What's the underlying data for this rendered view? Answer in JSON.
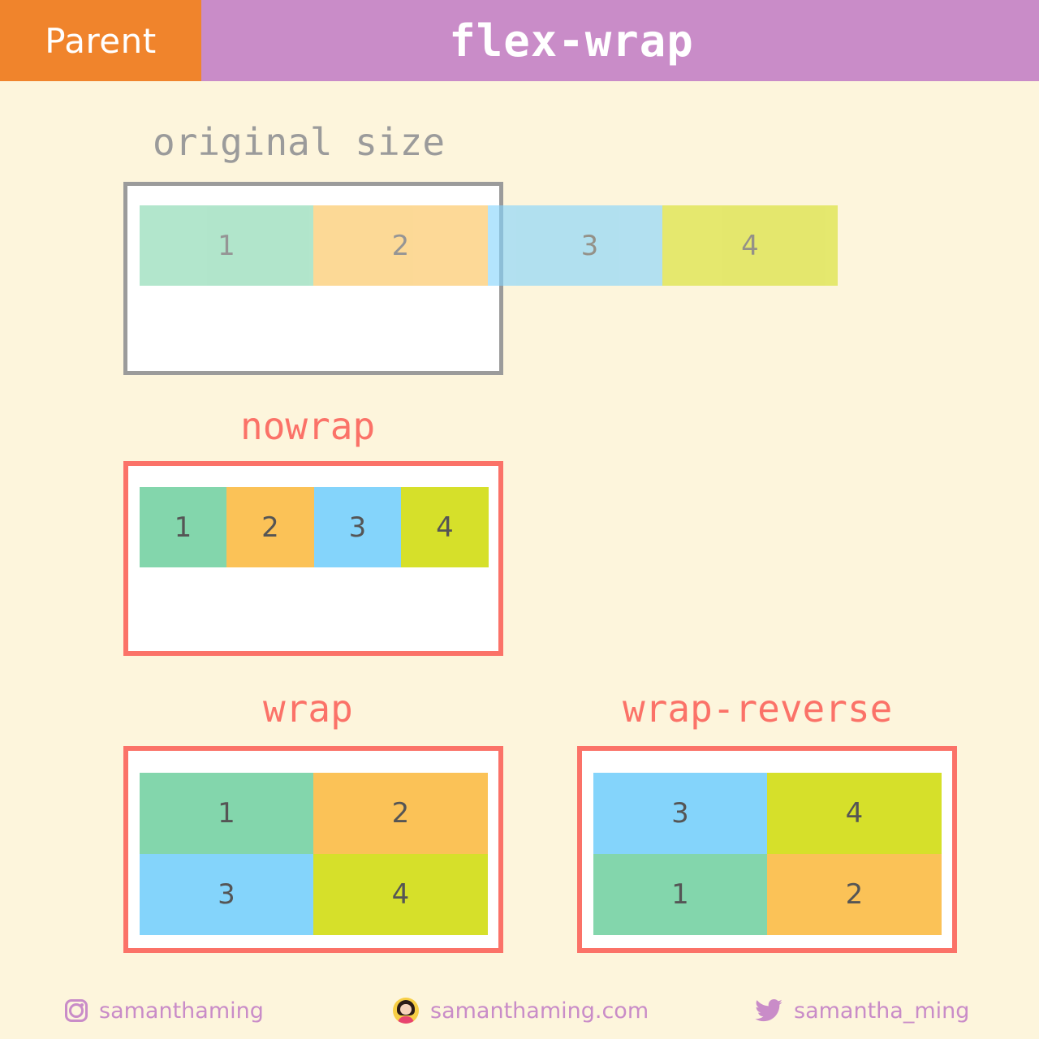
{
  "header": {
    "parent_label": "Parent",
    "title": "flex-wrap",
    "parent_bg": "#F0842C",
    "title_bg": "#C98CC8"
  },
  "page": {
    "background": "#FDF5DC"
  },
  "palette": {
    "green": "#83D6AC",
    "orange": "#FBC257",
    "blue": "#84D4FB",
    "yellow": "#D6E02A",
    "red_border": "#FB7268",
    "gray_border": "#9B9B9B",
    "item_text": "#555555",
    "white": "#FFFFFF"
  },
  "sections": [
    {
      "id": "original-size",
      "label": "original size",
      "label_color": "#9B9B9B",
      "border_color": "#9B9B9B",
      "items": [
        {
          "label": "1",
          "color": "#83D6AC"
        },
        {
          "label": "2",
          "color": "#FBC257"
        },
        {
          "label": "3",
          "color": "#84D4FB"
        },
        {
          "label": "4",
          "color": "#D6E02A"
        }
      ]
    },
    {
      "id": "nowrap",
      "label": "nowrap",
      "label_color": "#FB7268",
      "border_color": "#FB7268",
      "items": [
        {
          "label": "1",
          "color": "#83D6AC"
        },
        {
          "label": "2",
          "color": "#FBC257"
        },
        {
          "label": "3",
          "color": "#84D4FB"
        },
        {
          "label": "4",
          "color": "#D6E02A"
        }
      ]
    },
    {
      "id": "wrap",
      "label": "wrap",
      "label_color": "#FB7268",
      "border_color": "#FB7268",
      "items": [
        {
          "label": "1",
          "color": "#83D6AC"
        },
        {
          "label": "2",
          "color": "#FBC257"
        },
        {
          "label": "3",
          "color": "#84D4FB"
        },
        {
          "label": "4",
          "color": "#D6E02A"
        }
      ]
    },
    {
      "id": "wrap-reverse",
      "label": "wrap-reverse",
      "label_color": "#FB7268",
      "border_color": "#FB7268",
      "items": [
        {
          "label": "3",
          "color": "#84D4FB"
        },
        {
          "label": "4",
          "color": "#D6E02A"
        },
        {
          "label": "1",
          "color": "#83D6AC"
        },
        {
          "label": "2",
          "color": "#FBC257"
        }
      ]
    }
  ],
  "footer": {
    "color": "#C98CC8",
    "items": [
      {
        "icon": "instagram-icon",
        "label": "samanthaming"
      },
      {
        "icon": "avatar-icon",
        "label": "samanthaming.com"
      },
      {
        "icon": "twitter-icon",
        "label": "samantha_ming"
      }
    ]
  }
}
